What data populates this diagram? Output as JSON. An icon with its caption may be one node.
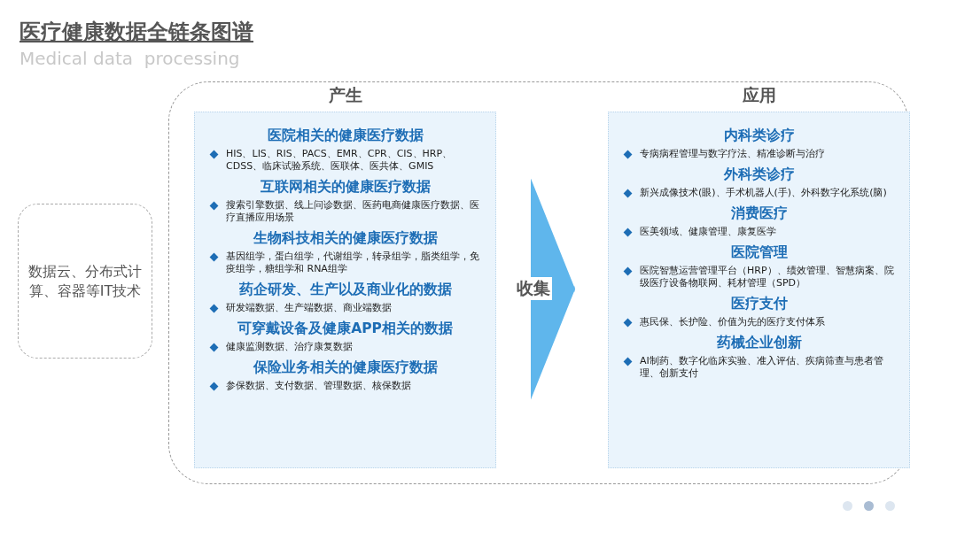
{
  "diagram": {
    "title": "医疗健康数据全链条图谱",
    "nodes": [
      {
        "text": [],
        "shape": "box"
      },
      {
        "text": [
          "产生",
          "医院相关的健康医疗数据",
          "HIS、LIS、RIS、PACS、EMR、CPR、CIS、HRP、CDSS、临床试验系统、医联体、医共体、GMIS",
          "互联网相关的健康医疗数据",
          "搜索引擎数据、线上问诊数据、医药电商健康医疗数据、医疗直播应用场景",
          "生物科技相关的健康医疗数据",
          "基因组学，蛋白组学，代谢组学，转录组学，脂类组学，免疫组学，糖组学和 RNA组学",
          "药企研发、生产以及商业化的数据",
          "研发端数据、生产端数据、商业端数据",
          "可穿戴设备及健康APP相关的数据",
          "健康监测数据、治疗康复数据",
          "保险业务相关的健康医疗数据",
          "参保数据、支付数据、管理数据、核保数据"
        ],
        "in": 0
      },
      {
        "text": [
          "应用",
          "内科类诊疗",
          "专病病程管理与数字疗法、精准诊断与治疗",
          "外科类诊疗",
          "新兴成像技术(眼)、手术机器人(手)、外科数字化系统(脑)",
          "消费医疗",
          "医美领域、健康管理、康复医学",
          "医院管理",
          "医院智慧运营管理平台（HRP）、绩效管理、智慧病案、院级医疗设备物联网、耗材管理（SPD）",
          "医疗支付",
          "惠民保、长护险、价值为先的医疗支付体系",
          "药械企业创新",
          "AI制药、数字化临床实验、准入评估、疾病筛查与患者管理、创新支付"
        ],
        "in": 0
      },
      {
        "text": [
          "数据云、分布式计算、容器等IT技术"
        ]
      }
    ],
    "edges": [
      {
        "from": 1,
        "to": 2,
        "arrow": "to",
        "label": "收集"
      }
    ],
    "labels": [
      "Medical data  processing"
    ]
  }
}
